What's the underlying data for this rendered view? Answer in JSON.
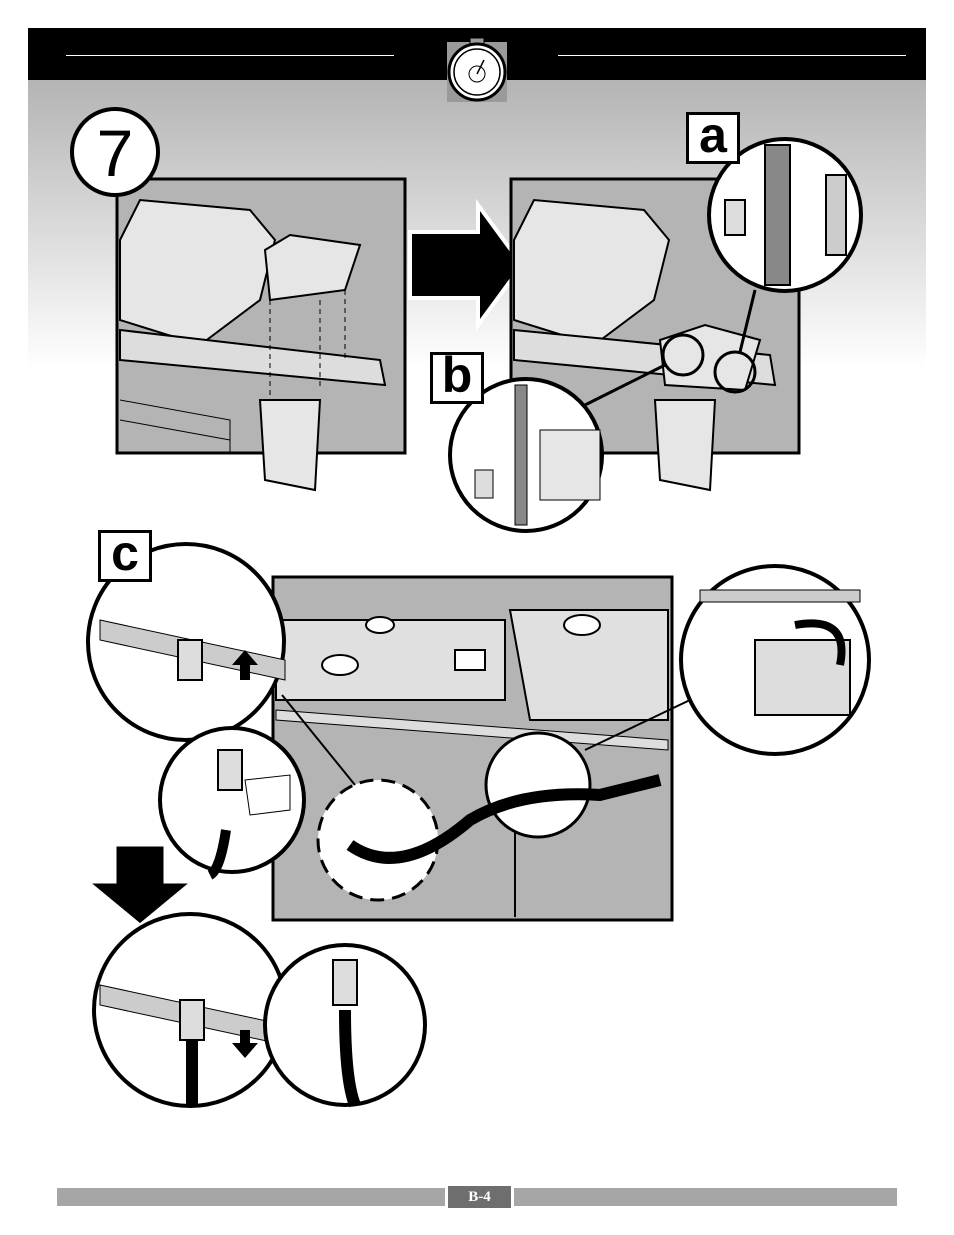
{
  "header": {
    "icon": "stopwatch-icon"
  },
  "step": {
    "number": "7"
  },
  "callouts": {
    "a": "a",
    "b": "b",
    "c": "c"
  },
  "footer": {
    "page_number": "B-4"
  },
  "colors": {
    "header": "#000000",
    "footer_bar": "#a6a6a6",
    "page_box": "#6e6e6e",
    "panel_gray": "#b4b4b4"
  }
}
